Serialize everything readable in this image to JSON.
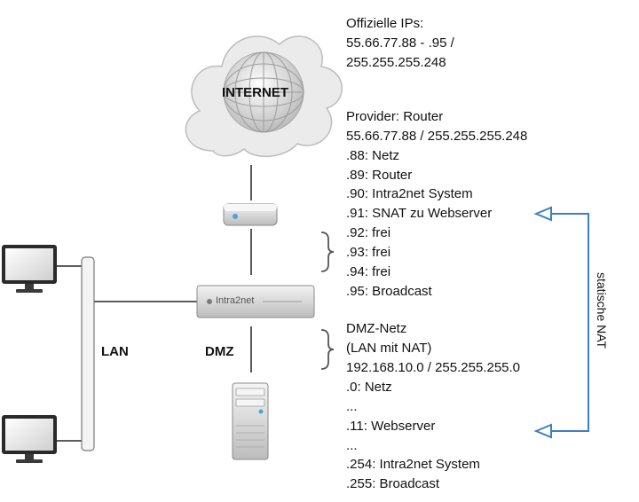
{
  "labels": {
    "internet": "INTERNET",
    "lan": "LAN",
    "dmz": "DMZ",
    "firewall_brand": "Intra2net",
    "static_nat": "statische NAT"
  },
  "official_ips": [
    "Offizielle IPs:",
    "55.66.77.88 - .95 /",
    "255.255.255.248"
  ],
  "provider": [
    "Provider: Router",
    "55.66.77.88 / 255.255.255.248",
    ".88: Netz",
    ".89: Router",
    ".90: Intra2net System",
    ".91: SNAT zu Webserver",
    ".92: frei",
    ".93: frei",
    ".94: frei",
    ".95: Broadcast"
  ],
  "dmz_net": [
    "DMZ-Netz",
    "(LAN mit NAT)",
    "192.168.10.0 / 255.255.255.0",
    ".0: Netz",
    "...",
    ".11: Webserver",
    "...",
    ".254: Intra2net System",
    ".255: Broadcast"
  ],
  "colors": {
    "arrow": "#3b7fc4",
    "cloud": "#e8e8e8",
    "device": "#d9d9d9",
    "line": "#444444"
  }
}
